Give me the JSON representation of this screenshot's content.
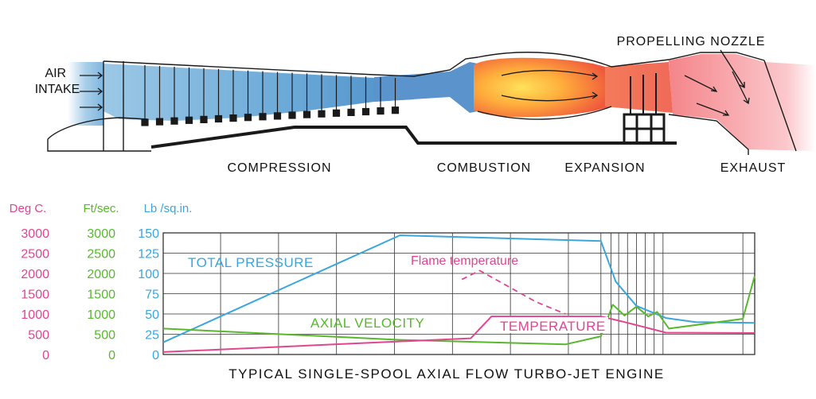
{
  "engine": {
    "labels": {
      "air_intake_line1": "AIR",
      "air_intake_line2": "INTAKE",
      "propelling_nozzle": "PROPELLING NOZZLE"
    },
    "sections": [
      "COMPRESSION",
      "COMBUSTION",
      "EXPANSION",
      "EXHAUST"
    ]
  },
  "graph": {
    "caption": "TYPICAL SINGLE-SPOOL AXIAL FLOW TURBO-JET ENGINE",
    "axes": [
      {
        "unit": "Deg C.",
        "color": "#e0458f",
        "ticks": [
          "3000",
          "2500",
          "2000",
          "1500",
          "1000",
          "500",
          "0"
        ]
      },
      {
        "unit": "Ft/sec.",
        "color": "#58b82d",
        "ticks": [
          "3000",
          "2500",
          "2000",
          "1500",
          "1000",
          "500",
          "0"
        ]
      },
      {
        "unit": "Lb /sq.in.",
        "color": "#3aa6dc",
        "ticks": [
          "150",
          "125",
          "100",
          "75",
          "50",
          "25",
          "0"
        ]
      }
    ],
    "annotations": {
      "total_pressure": "TOTAL PRESSURE",
      "flame_temperature": "Flame temperature",
      "axial_velocity": "AXIAL VELOCITY",
      "temperature": "TEMPERATURE"
    }
  },
  "chart_data": {
    "type": "line",
    "title": "TYPICAL SINGLE-SPOOL AXIAL FLOW TURBO-JET ENGINE",
    "xlabel": "",
    "x_sections": [
      "COMPRESSION",
      "COMBUSTION",
      "EXPANSION",
      "EXHAUST"
    ],
    "ylim_pressure": [
      0,
      150
    ],
    "ylim_velocity": [
      0,
      3000
    ],
    "ylim_temperature": [
      0,
      3000
    ],
    "grid": true,
    "series": [
      {
        "name": "TOTAL PRESSURE",
        "unit": "Lb /sq.in.",
        "color": "#3aa6dc",
        "points": [
          [
            0.0,
            15
          ],
          [
            0.4,
            147
          ],
          [
            0.74,
            140
          ],
          [
            0.745,
            130
          ],
          [
            0.765,
            90
          ],
          [
            0.8,
            60
          ],
          [
            0.85,
            45
          ],
          [
            0.9,
            40
          ],
          [
            1.0,
            39
          ]
        ]
      },
      {
        "name": "AXIAL VELOCITY",
        "unit": "Ft/sec.",
        "color": "#58b82d",
        "points": [
          [
            0.0,
            640
          ],
          [
            0.4,
            360
          ],
          [
            0.68,
            250
          ],
          [
            0.74,
            450
          ],
          [
            0.76,
            1230
          ],
          [
            0.78,
            960
          ],
          [
            0.8,
            1180
          ],
          [
            0.82,
            940
          ],
          [
            0.835,
            1050
          ],
          [
            0.855,
            640
          ],
          [
            0.98,
            880
          ],
          [
            1.0,
            1940
          ]
        ]
      },
      {
        "name": "TEMPERATURE",
        "unit": "Deg C.",
        "color": "#e0458f",
        "points": [
          [
            0.0,
            60
          ],
          [
            0.52,
            400
          ],
          [
            0.555,
            940
          ],
          [
            0.74,
            940
          ],
          [
            0.78,
            800
          ],
          [
            0.85,
            540
          ],
          [
            1.0,
            530
          ]
        ]
      },
      {
        "name": "Flame temperature",
        "unit": "Deg C.",
        "color": "#e0458f",
        "dashed": true,
        "points": [
          [
            0.505,
            1850
          ],
          [
            0.535,
            2070
          ],
          [
            0.63,
            1300
          ],
          [
            0.68,
            1000
          ]
        ]
      }
    ]
  }
}
